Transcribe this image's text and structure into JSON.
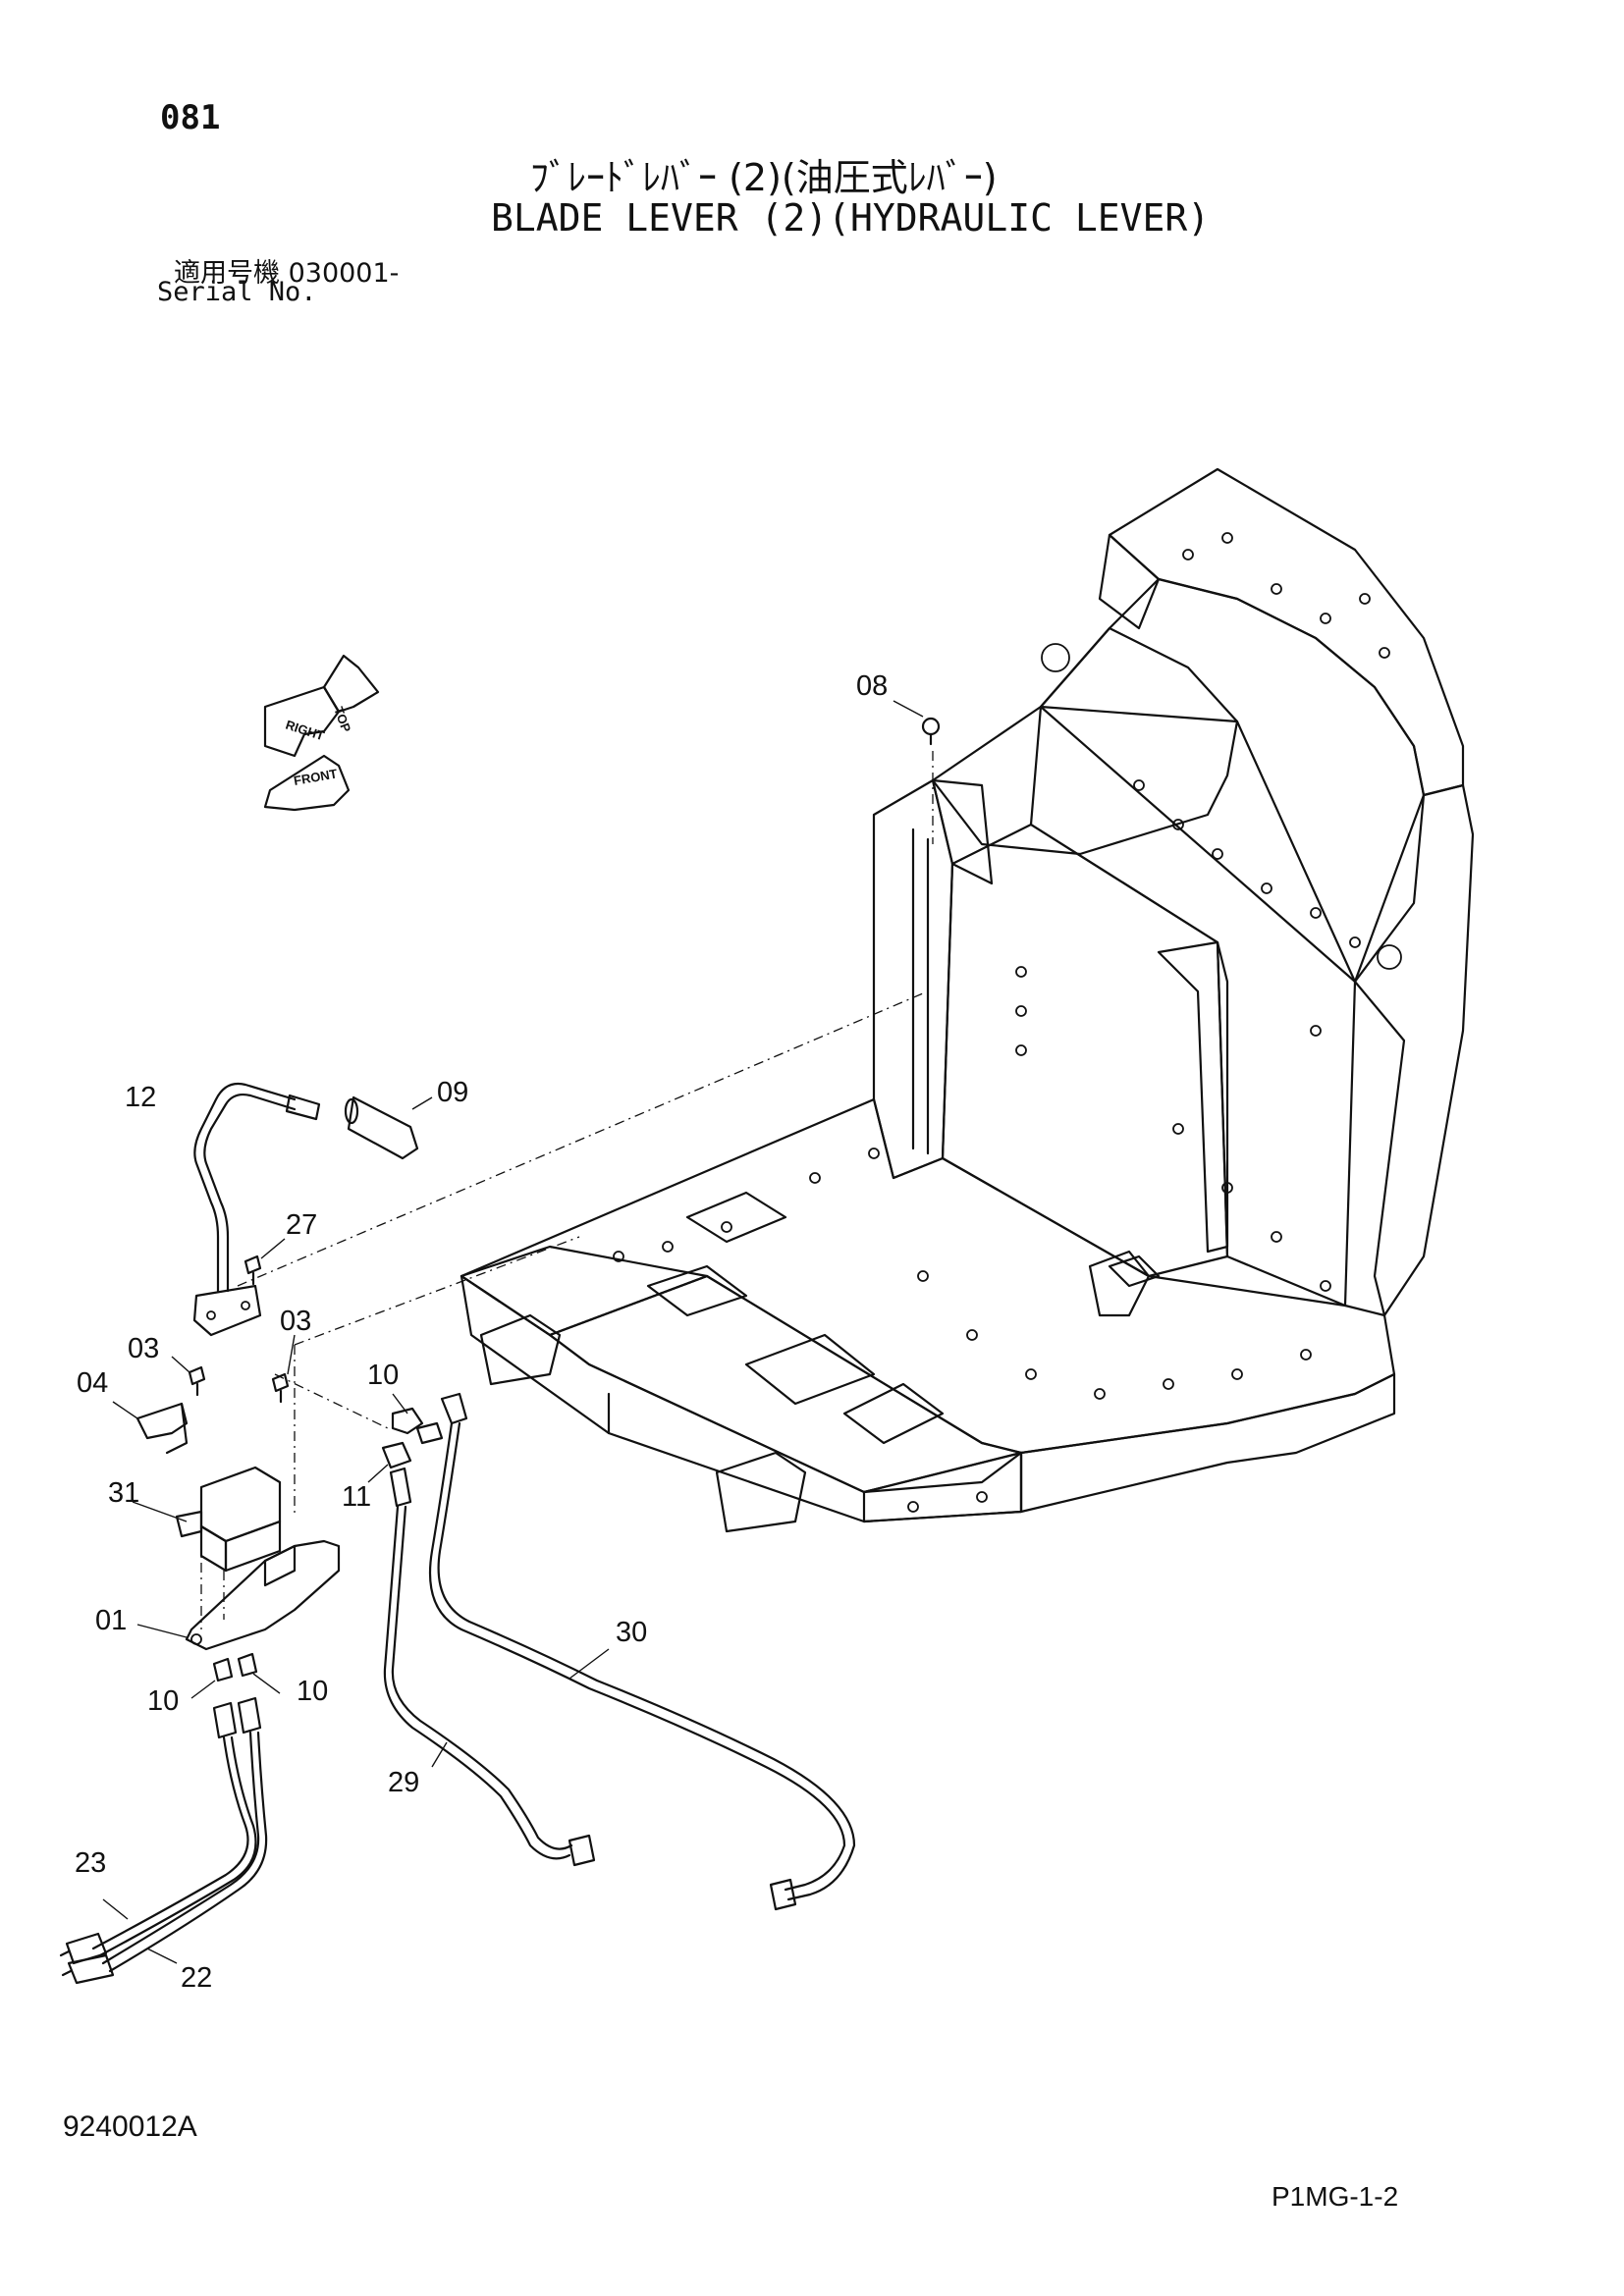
{
  "header": {
    "page_number": "081",
    "title_jp": "ﾌﾞﾚｰﾄﾞﾚﾊﾞｰ (2)(油圧式ﾚﾊﾞｰ)",
    "title_en": "BLADE LEVER (2)(HYDRAULIC LEVER)",
    "serial_label_jp": "適用号機  030001-",
    "serial_label_en": "Serial No."
  },
  "orientation": {
    "labels": [
      "TOP",
      "RIGHT",
      "FRONT"
    ]
  },
  "part_labels": {
    "p08": "08",
    "p12": "12",
    "p09": "09",
    "p27": "27",
    "p03a": "03",
    "p03b": "03",
    "p04": "04",
    "p10a": "10",
    "p31": "31",
    "p11": "11",
    "p01": "01",
    "p30": "30",
    "p10b": "10",
    "p10c": "10",
    "p29": "29",
    "p23": "23",
    "p22": "22"
  },
  "footer": {
    "doc_code": "9240012A",
    "page_code": "P1MG-1-2"
  }
}
